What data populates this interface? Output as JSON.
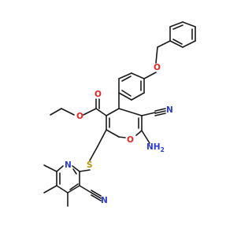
{
  "figure": {
    "type": "chemical-structure",
    "colors": {
      "bond": "#1a1a1a",
      "oxygen": "#e8231f",
      "nitrogen": "#2a3bd6",
      "sulfur": "#b89a00"
    }
  },
  "labels": {
    "o_ether": "O",
    "o_carbonyl": "O",
    "o_ester": "O",
    "o_ring": "O",
    "n_cyano_top": "N",
    "nh2": "NH",
    "nh2_sub": "2",
    "s": "S",
    "n_pyridine": "N",
    "n_cyano_bottom": "N"
  }
}
